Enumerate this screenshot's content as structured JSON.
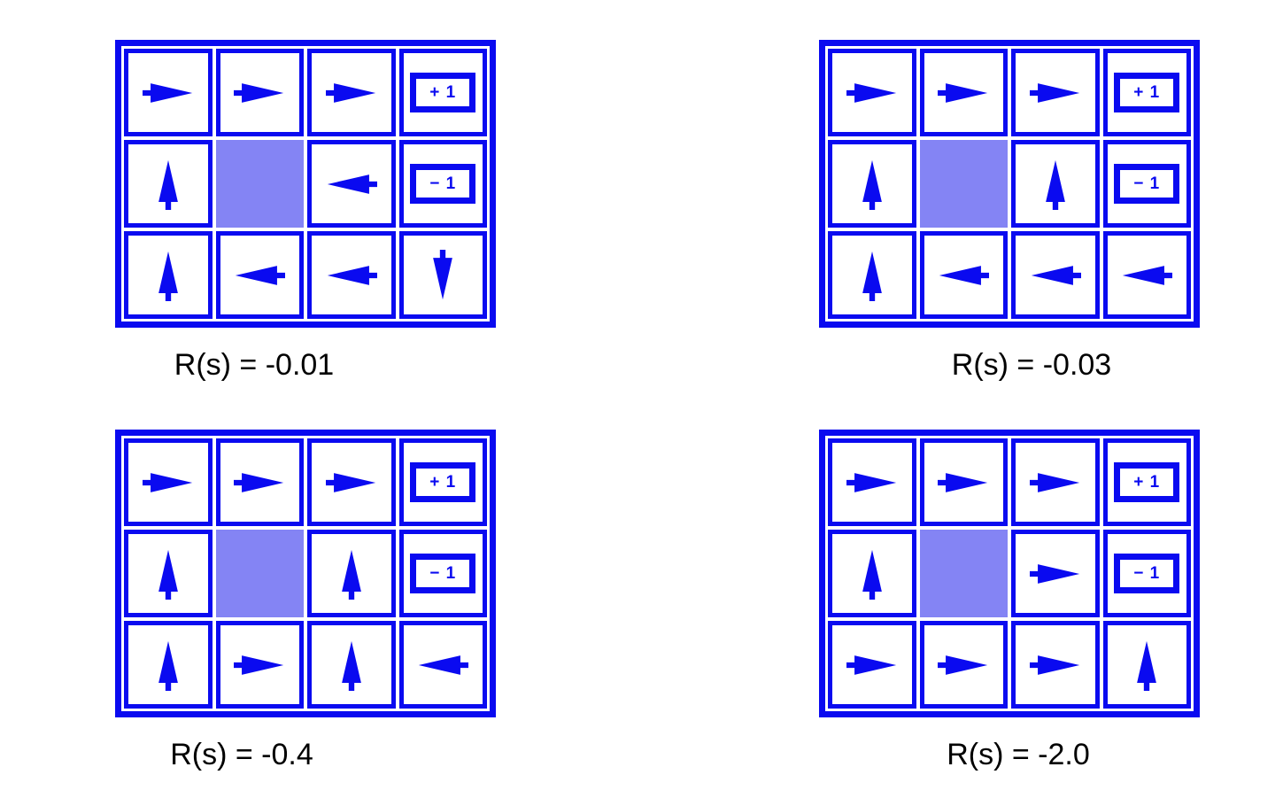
{
  "colors": {
    "blue": "#0a0af0",
    "obstacle": "#8484f4",
    "text": "#000000",
    "background": "#ffffff"
  },
  "terminal_labels": {
    "plus": "+ 1",
    "minus": "− 1"
  },
  "grids": [
    {
      "caption": "R(s) = -0.01",
      "cells": [
        [
          "right",
          "right",
          "right",
          "+1"
        ],
        [
          "up",
          "wall",
          "left",
          "-1"
        ],
        [
          "up",
          "left",
          "left",
          "down"
        ]
      ]
    },
    {
      "caption": "R(s) = -0.03",
      "cells": [
        [
          "right",
          "right",
          "right",
          "+1"
        ],
        [
          "up",
          "wall",
          "up",
          "-1"
        ],
        [
          "up",
          "left",
          "left",
          "left"
        ]
      ]
    },
    {
      "caption": "R(s) = -0.4",
      "cells": [
        [
          "right",
          "right",
          "right",
          "+1"
        ],
        [
          "up",
          "wall",
          "up",
          "-1"
        ],
        [
          "up",
          "right",
          "up",
          "left"
        ]
      ]
    },
    {
      "caption": "R(s) = -2.0",
      "cells": [
        [
          "right",
          "right",
          "right",
          "+1"
        ],
        [
          "up",
          "wall",
          "right",
          "-1"
        ],
        [
          "right",
          "right",
          "right",
          "up"
        ]
      ]
    }
  ]
}
